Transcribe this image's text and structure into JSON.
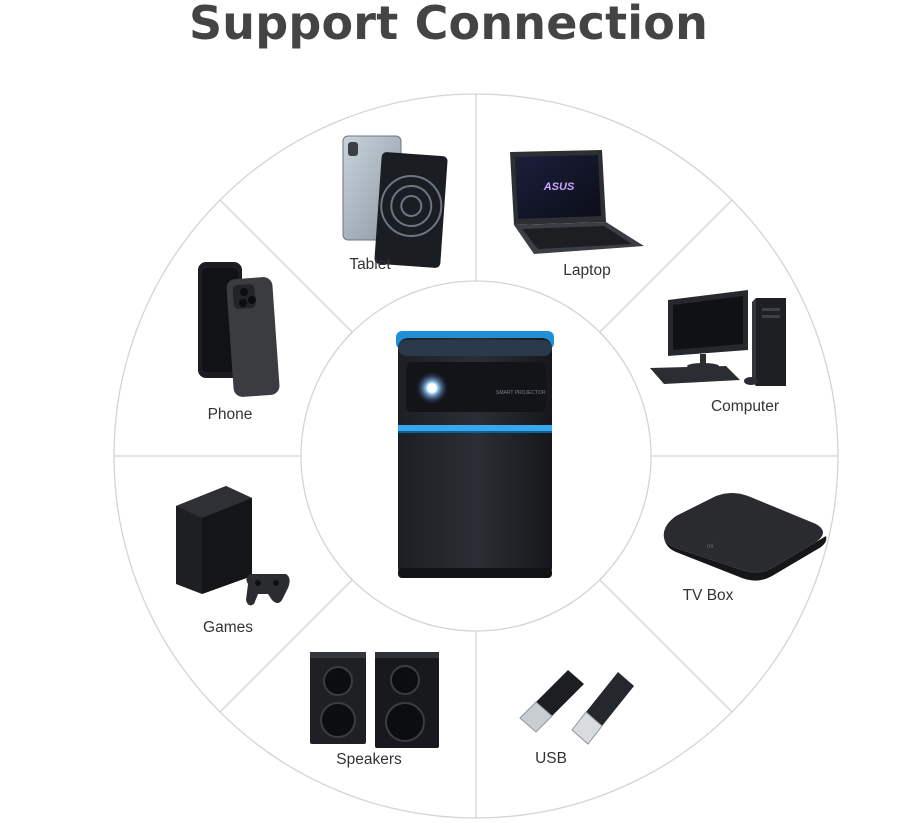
{
  "title": "Support Connection",
  "center_device": {
    "icon": "mini-projector",
    "front_text": "SMART PROJECTOR"
  },
  "segments": [
    {
      "label": "Tablet",
      "icon": "tablet-icon"
    },
    {
      "label": "Laptop",
      "icon": "laptop-icon"
    },
    {
      "label": "Computer",
      "icon": "desktop-computer-icon"
    },
    {
      "label": "TV Box",
      "icon": "tv-box-icon"
    },
    {
      "label": "USB",
      "icon": "usb-drive-icon"
    },
    {
      "label": "Speakers",
      "icon": "speakers-icon"
    },
    {
      "label": "Games",
      "icon": "game-console-icon"
    },
    {
      "label": "Phone",
      "icon": "phone-icon"
    }
  ],
  "laptop_brand": "ASUS",
  "colors": {
    "ring_line": "#d2d2d2",
    "title": "#444444",
    "label": "#333333",
    "accent_blue": "#3aa0e8"
  }
}
